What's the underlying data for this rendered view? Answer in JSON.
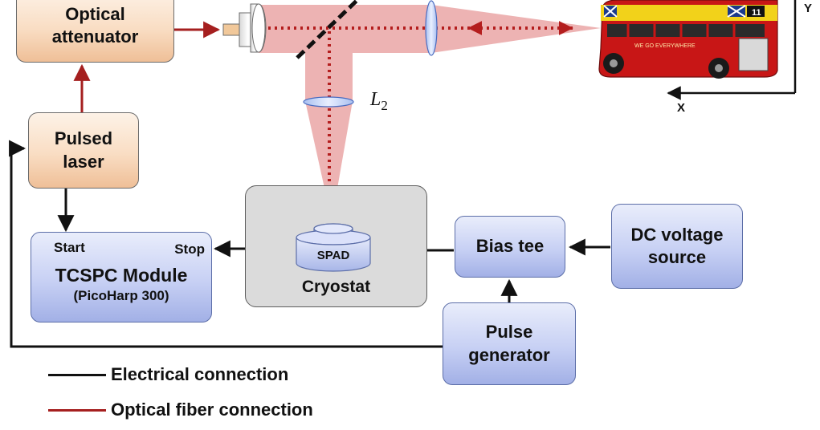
{
  "colors": {
    "electrical": "#111111",
    "optical_fiber": "#a51f1f",
    "beam": "#e79a9a",
    "beam_axis": "#b41e1e",
    "orange_box": "#f9ddc3",
    "blue_box": "#c7d0f4",
    "cryostat": "#dbdbdb"
  },
  "boxes": {
    "optical_attenuator": [
      "Optical",
      "attenuator"
    ],
    "pulsed_laser": [
      "Pulsed",
      "laser"
    ],
    "tcspc_module": {
      "start": "Start",
      "stop": "Stop",
      "title": "TCSPC Module",
      "subtitle": "(PicoHarp 300)"
    },
    "cryostat": "Cryostat",
    "spad": "SPAD",
    "bias_tee": "Bias tee",
    "dc_voltage_source": [
      "DC voltage",
      "source"
    ],
    "pulse_generator": [
      "Pulse",
      "generator"
    ]
  },
  "optics": {
    "lens_label": "L",
    "lens_subscript": "2",
    "axis_x": "X",
    "axis_y": "Y"
  },
  "target": {
    "sign_text": "WE GO EVERYWHERE",
    "route_number": "11",
    "icon": "red-double-decker-bus-icon"
  },
  "legend": [
    {
      "label": "Electrical connection",
      "color": "#111111"
    },
    {
      "label": "Optical fiber connection",
      "color": "#a51f1f"
    }
  ]
}
